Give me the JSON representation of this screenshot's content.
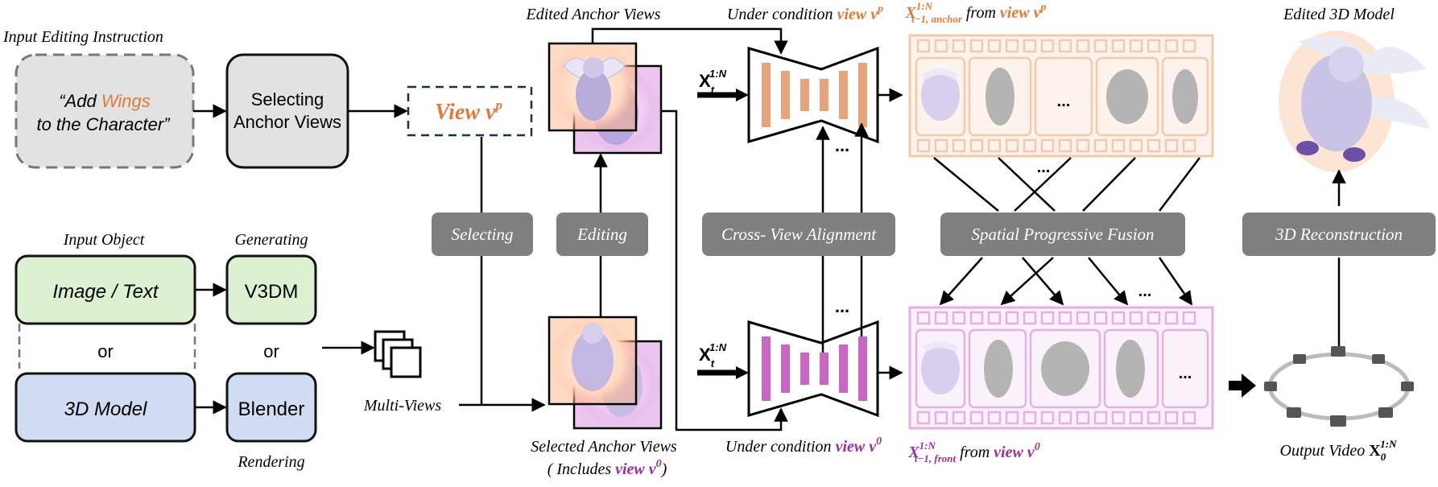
{
  "labels": {
    "input_instruction_title": "Input Editing Instruction",
    "instruction_open": "“Add ",
    "instruction_wings": "Wings",
    "instruction_line2": "to the Character”",
    "selecting_anchor_line1": "Selecting",
    "selecting_anchor_line2": "Anchor Views",
    "view_vp": "View v",
    "view_vp_sup": "p",
    "input_object_title": "Input Object",
    "generating_title": "Generating",
    "image_text": "Image / Text",
    "v3dm": "V3DM",
    "or_left": "or",
    "or_mid": "or",
    "model_3d": "3D Model",
    "blender": "Blender",
    "rendering_title": "Rendering",
    "multi_views": "Multi-Views",
    "selecting": "Selecting",
    "editing": "Editing",
    "edited_anchor_views": "Edited Anchor Views",
    "selected_anchor_views": "Selected Anchor Views",
    "includes_prefix": "( Includes ",
    "includes_view": "view v",
    "includes_sup": "0",
    "includes_suffix": ")",
    "under_condition_top_prefix": "Under condition ",
    "under_condition_top_view": "view v",
    "under_condition_top_sup": "p",
    "under_condition_bottom_prefix": "Under condition ",
    "under_condition_bottom_view": "view v",
    "under_condition_bottom_sup": "0",
    "xt_top": "X",
    "xt_top_sub": "t",
    "xt_top_sup": "1:N",
    "xt_bottom": "X",
    "xt_bottom_sub": "t",
    "xt_bottom_sup": "1:N",
    "cross_view_alignment": "Cross- View Alignment",
    "spatial_progressive_fusion": "Spatial Progressive Fusion",
    "reconstruction_3d": "3D Reconstruction",
    "x_anchor": "X",
    "x_anchor_sup": "1:N",
    "x_anchor_sub": "t−1, anchor",
    "from_top": " from ",
    "from_top_view": "view v",
    "from_top_sup": "p",
    "x_front": "X",
    "x_front_sup": "1:N",
    "x_front_sub": "t−1, front",
    "from_bottom": " from ",
    "from_bottom_view": "view v",
    "from_bottom_sup": "0",
    "edited_3d_model": "Edited 3D Model",
    "output_video": "Output Video ",
    "output_x": "X",
    "output_sub": "0",
    "output_sup": "1:N",
    "ellipsis": "..."
  },
  "colors": {
    "orange": "#e07a3a",
    "purple": "#9b2fa0",
    "pill": "#7f7f7f",
    "green_fill": "#dcf0d2",
    "blue_fill": "#cfdcf1",
    "gray_fill": "#e2e2e2",
    "unet_orange": "#e5a47c",
    "unet_purple": "#c766c3",
    "film_orange": "#f2c9ad",
    "film_purple": "#e2b3e0"
  },
  "icons": {
    "camera": "camera-icon",
    "stack": "multi-view-stack-icon"
  }
}
